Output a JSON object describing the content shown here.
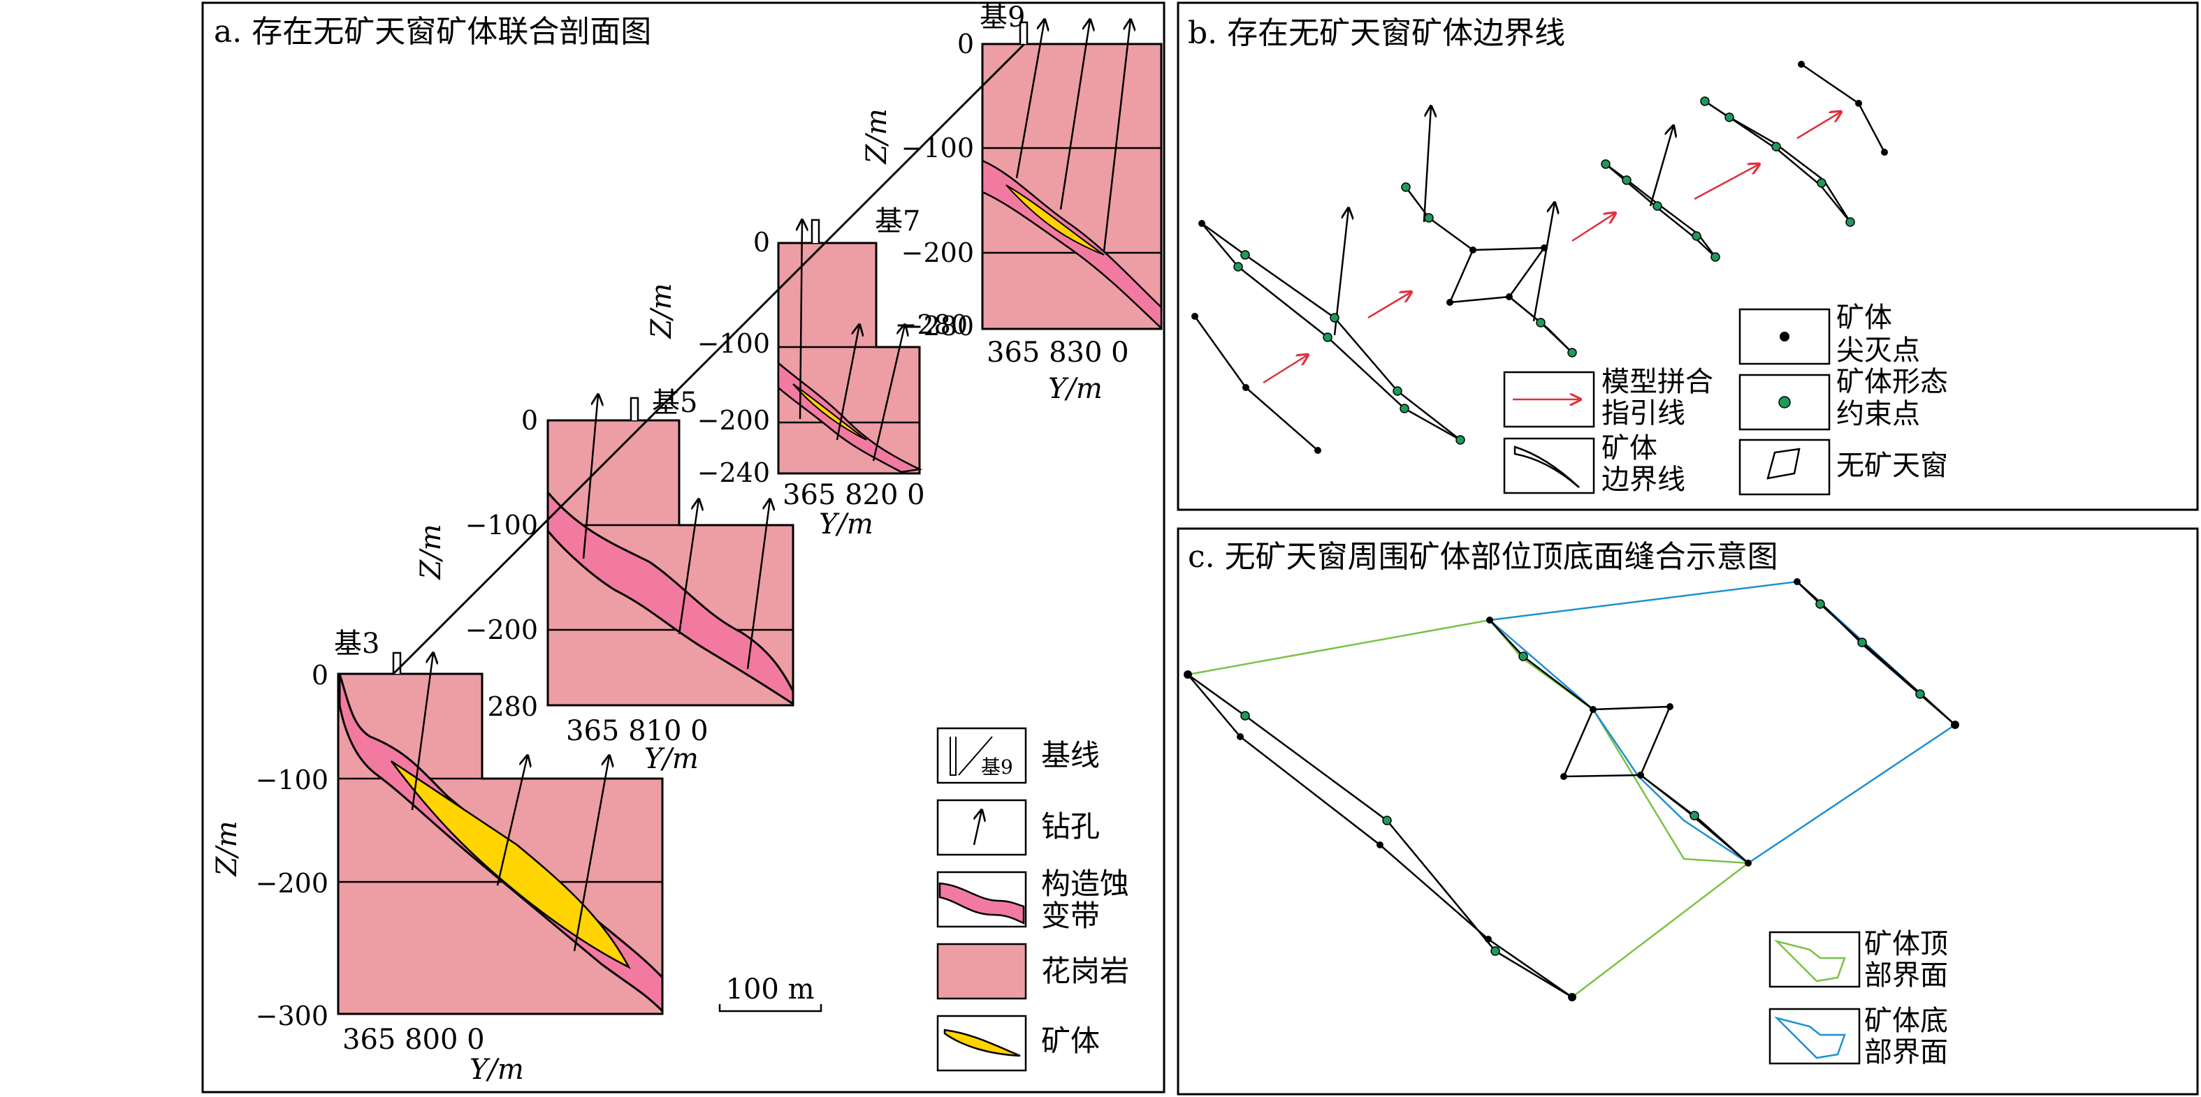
{
  "panel_a": {
    "title": "a. 存在无矿天窗矿体联合剖面图",
    "sections": {
      "ji3": {
        "name": "基3",
        "z0": "0",
        "z100": "−100",
        "z200": "−200",
        "z300": "−300",
        "zaxis": "Z/m",
        "y": "365 800 0",
        "yaxis": "Y/m"
      },
      "ji5": {
        "name": "基5",
        "z0": "0",
        "z100": "−100",
        "z200": "−200",
        "z280": "280",
        "zaxis": "Z/m",
        "y": "365 810 0",
        "yaxis": "Y/m"
      },
      "ji7": {
        "name": "基7",
        "z0": "0",
        "z100": "−100",
        "z200": "−200",
        "z240": "−240",
        "z280": "−280",
        "zaxis": "Z/m",
        "y": "365 820 0",
        "yaxis": "Y/m"
      },
      "ji9": {
        "name": "基9",
        "z0": "0",
        "z100": "−100",
        "z200": "−200",
        "z280": "−280",
        "zaxis": "Z/m",
        "y": "365 830 0",
        "yaxis": "Y/m"
      }
    },
    "scale": "100 m",
    "legend": {
      "baseline": "基线",
      "baseline_sym": "基9",
      "drill": "钻孔",
      "alteration_1": "构造蚀",
      "alteration_2": "变带",
      "granite": "花岗岩",
      "ore": "矿体"
    },
    "colors": {
      "granite": "#ec9ea4",
      "alteration": "#f27aa0",
      "ore": "#ffd400"
    }
  },
  "panel_b": {
    "title": "b. 存在无矿天窗矿体边界线",
    "legend": {
      "guide_1": "模型拼合",
      "guide_2": "指引线",
      "boundary_1": "矿体",
      "boundary_2": "边界线",
      "pinch_1": "矿体",
      "pinch_2": "尖灭点",
      "constraint_1": "矿体形态",
      "constraint_2": "约束点",
      "window": "无矿天窗"
    },
    "colors": {
      "guide": "#e0303b",
      "constraint": "#1e9a5a"
    }
  },
  "panel_c": {
    "title": "c. 无矿天窗周围矿体部位顶底面缝合示意图",
    "legend": {
      "top_1": "矿体顶",
      "top_2": "部界面",
      "bottom_1": "矿体底",
      "bottom_2": "部界面"
    },
    "colors": {
      "top": "#79c243",
      "bottom": "#1f8fd0"
    }
  }
}
